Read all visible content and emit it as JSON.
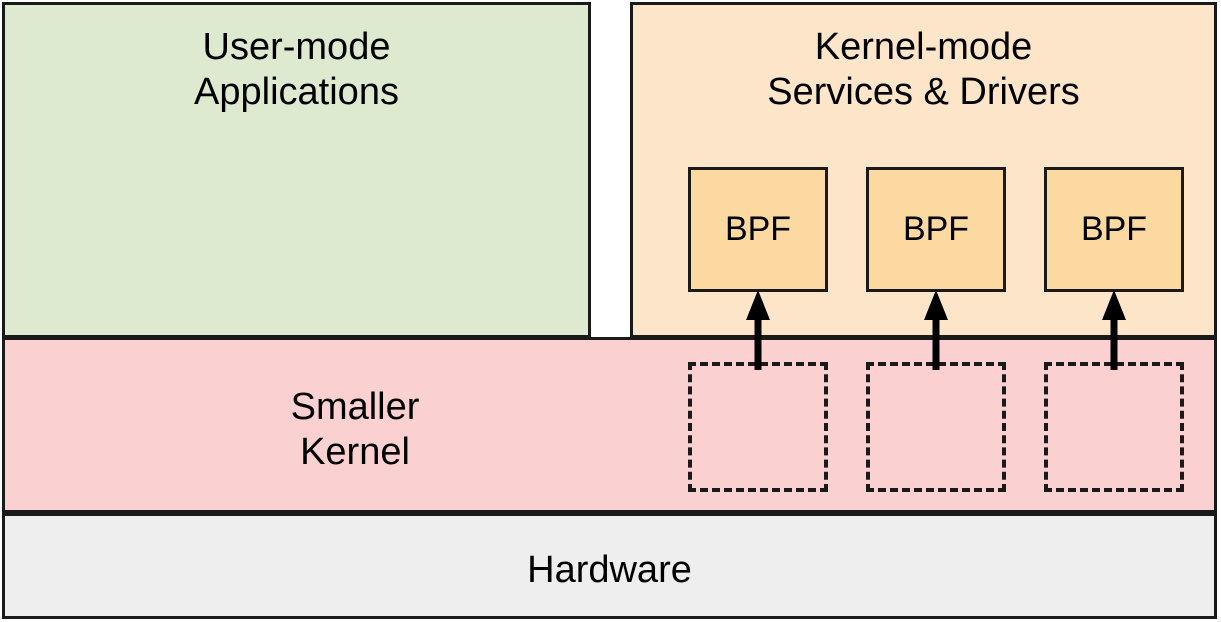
{
  "diagram": {
    "title": "eBPF kernel architecture layering diagram",
    "colors": {
      "usermode_fill": "#ddead0",
      "kernelmode_fill": "#fce5c9",
      "bpf_fill": "#fcd9a0",
      "kernel_fill": "#fbd0d0",
      "hardware_fill": "#eeeeee",
      "stroke": "#1a1a1a"
    }
  },
  "usermode": {
    "label": "User-mode\nApplications"
  },
  "kernelmode": {
    "label": "Kernel-mode\nServices & Drivers",
    "bpf_programs": [
      {
        "label": "BPF"
      },
      {
        "label": "BPF"
      },
      {
        "label": "BPF"
      }
    ]
  },
  "kernel": {
    "label": "Smaller\nKernel",
    "slots": [
      {
        "label": ""
      },
      {
        "label": ""
      },
      {
        "label": ""
      }
    ]
  },
  "hardware": {
    "label": "Hardware"
  },
  "arrows": [
    {
      "name": "kernel-slot-1-to-bpf-1",
      "direction": "up"
    },
    {
      "name": "kernel-slot-2-to-bpf-2",
      "direction": "up"
    },
    {
      "name": "kernel-slot-3-to-bpf-3",
      "direction": "up"
    }
  ]
}
